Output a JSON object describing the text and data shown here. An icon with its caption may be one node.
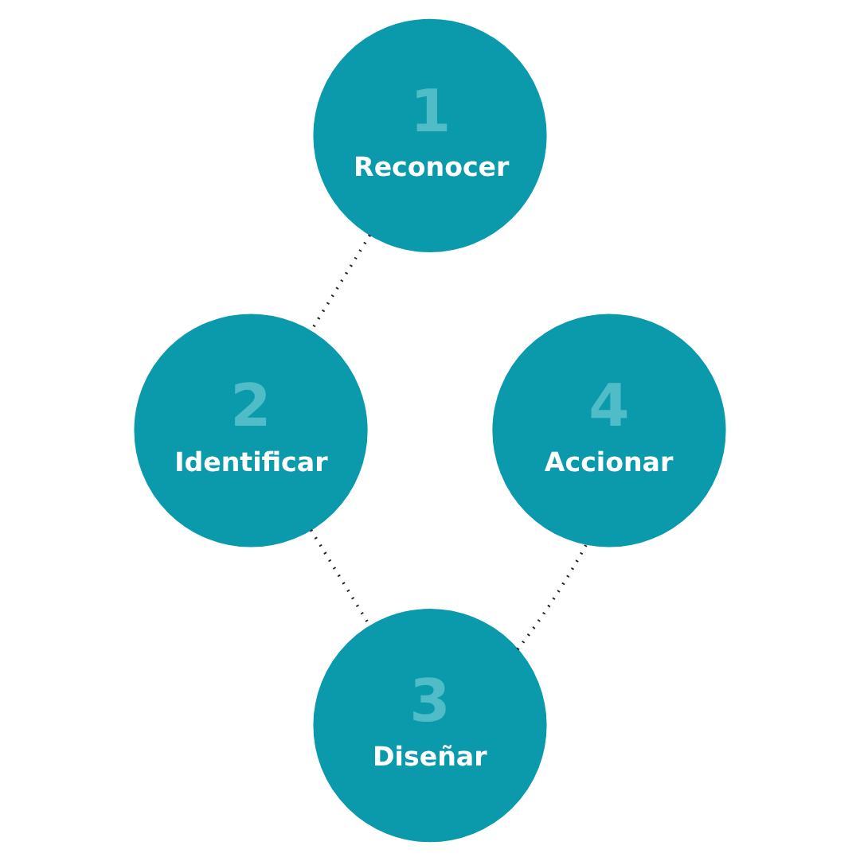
{
  "diagram": {
    "nodes": [
      {
        "text": [
          "1",
          "Reconocer"
        ]
      },
      {
        "text": [
          "2",
          "Identificar"
        ]
      },
      {
        "text": [
          "3",
          "Diseñar"
        ]
      },
      {
        "text": [
          "4",
          "Accionar"
        ]
      }
    ],
    "edges": [
      {
        "from": 0,
        "to": 1,
        "arrow": "none"
      },
      {
        "from": 1,
        "to": 2,
        "arrow": "none"
      },
      {
        "from": 2,
        "to": 3,
        "arrow": "none"
      }
    ]
  }
}
